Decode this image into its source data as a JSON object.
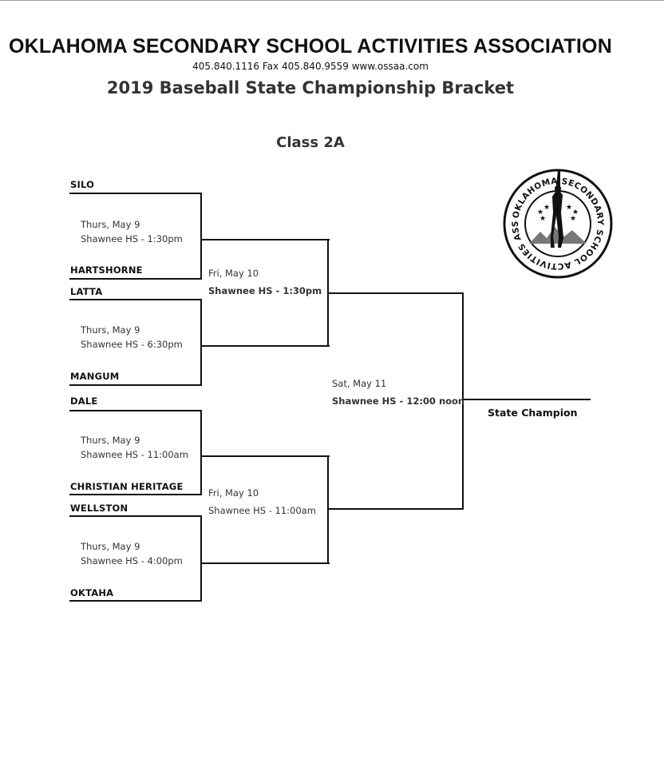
{
  "header": {
    "organization": "OKLAHOMA SECONDARY SCHOOL ACTIVITIES ASSOCIATION",
    "contact": "405.840.1116   Fax 405.840.9559  www.ossaa.com",
    "title": "2019 Baseball State Championship Bracket",
    "class": "Class 2A"
  },
  "logo": {
    "ring_text": "OKLAHOMA SECONDARY SCHOOL ACTIVITIES ASSOCIATION",
    "icon": "ossaa-seal-icon"
  },
  "round1": [
    {
      "top_team": "SILO",
      "bottom_team": "HARTSHORNE",
      "date": "Thurs, May 9",
      "venue": "Shawnee HS - 1:30pm"
    },
    {
      "top_team": "LATTA",
      "bottom_team": "MANGUM",
      "date": "Thurs, May 9",
      "venue": "Shawnee HS - 6:30pm"
    },
    {
      "top_team": "DALE",
      "bottom_team": "CHRISTIAN HERITAGE",
      "date": "Thurs, May 9",
      "venue": "Shawnee HS - 11:00am"
    },
    {
      "top_team": "WELLSTON",
      "bottom_team": "OKTAHA",
      "date": "Thurs, May 9",
      "venue": "Shawnee HS - 4:00pm"
    }
  ],
  "semifinals": [
    {
      "date": "Fri, May 10",
      "venue": "Shawnee HS - 1:30pm"
    },
    {
      "date": "Fri, May 10",
      "venue": "Shawnee HS - 11:00am"
    }
  ],
  "final": {
    "date": "Sat, May 11",
    "venue": "Shawnee HS - 12:00 noon"
  },
  "champion_label": "State Champion"
}
